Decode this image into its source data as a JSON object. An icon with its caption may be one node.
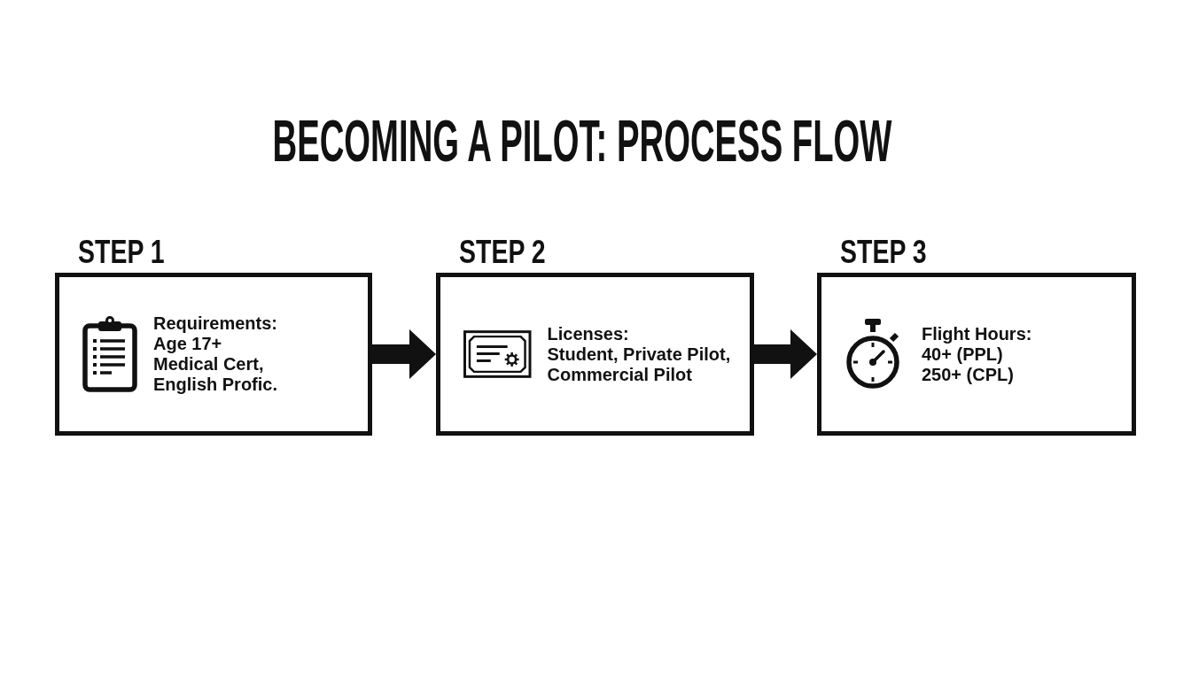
{
  "diagram": {
    "title": "BECOMING A PILOT: PROCESS FLOW",
    "nodes": [
      {
        "text": [
          "STEP 1",
          "Requirements:",
          "Age 17+",
          "Medical Cert, English Profic."
        ]
      },
      {
        "text": [
          "STEP 2",
          "Licenses:",
          "Student, Private Pilot, Commercial Pilot"
        ]
      },
      {
        "text": [
          "STEP 3",
          "Flight Hours:",
          "40+ (PPL)",
          "250+ (CPL)"
        ]
      }
    ],
    "edges": [
      {
        "from": 0,
        "to": 1,
        "arrow": "to"
      },
      {
        "from": 1,
        "to": 2,
        "arrow": "to"
      }
    ]
  }
}
